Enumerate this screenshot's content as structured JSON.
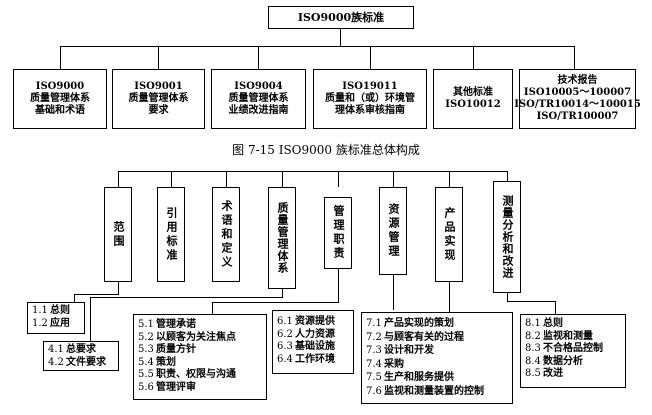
{
  "fig1": {
    "root": "ISO9000族标准",
    "children": [
      "ISO9000\n质量管理体系\n基础和术语",
      "ISO9001\n质量管理体系\n要求",
      "ISO9004\n质量管理体系\n业绩改进指南",
      "ISO19011\n质量和（或）环境管\n理体系审核指南",
      "其他标准\nISO10012",
      "技术报告\nISO10005～100007\nISO/TR10014～100015\nISO/TR100007"
    ]
  },
  "caption": "图 7-15    ISO9000 族标准总体构成",
  "fig2": {
    "sections": [
      "范围",
      "引用标准",
      "术语和定义",
      "质量管理体系",
      "管理职责",
      "资源管理",
      "产品实现",
      "测量分析和改进"
    ],
    "lists": {
      "scope": [
        [
          "1.1",
          "总则"
        ],
        [
          "1.2",
          "应用"
        ]
      ],
      "qms": [
        [
          "4.1",
          "总要求"
        ],
        [
          "4.2",
          "文件要求"
        ]
      ],
      "mgmt": [
        [
          "5.1",
          "管理承诺"
        ],
        [
          "5.2",
          "以顾客为关注焦点"
        ],
        [
          "5.3",
          "质量方针"
        ],
        [
          "5.4",
          "策划"
        ],
        [
          "5.5",
          "职责、权限与沟通"
        ],
        [
          "5.6",
          "管理评审"
        ]
      ],
      "resource": [
        [
          "6.1",
          "资源提供"
        ],
        [
          "6.2",
          "人力资源"
        ],
        [
          "6.3",
          "基础设施"
        ],
        [
          "6.4",
          "工作环境"
        ]
      ],
      "product": [
        [
          "7.1",
          "产品实现的策划"
        ],
        [
          "7.2",
          "与顾客有关的过程"
        ],
        [
          "7.3",
          "设计和开发"
        ],
        [
          "7.4",
          "采购"
        ],
        [
          "7.5",
          "生产和服务提供"
        ],
        [
          "7.6",
          "监视和测量装置的控制"
        ]
      ],
      "measure": [
        [
          "8.1",
          "总则"
        ],
        [
          "8.2",
          "监视和测量"
        ],
        [
          "8.3",
          "不合格品控制"
        ],
        [
          "8.4",
          "数据分析"
        ],
        [
          "8.5",
          "改进"
        ]
      ]
    }
  }
}
